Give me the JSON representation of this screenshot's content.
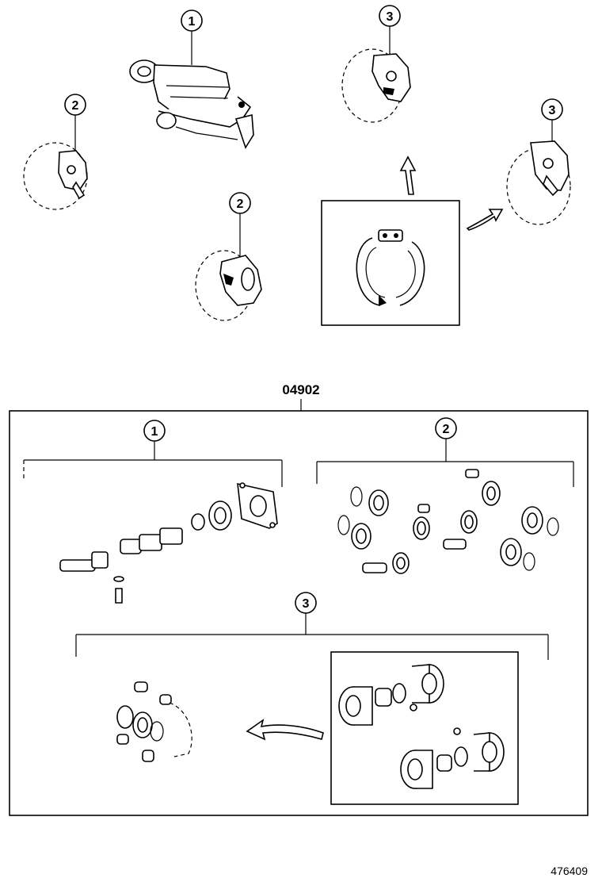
{
  "callouts": {
    "c1": "1",
    "c2": "2",
    "c3": "3"
  },
  "kit": {
    "part_number": "04902"
  },
  "diagram_id": "476409"
}
